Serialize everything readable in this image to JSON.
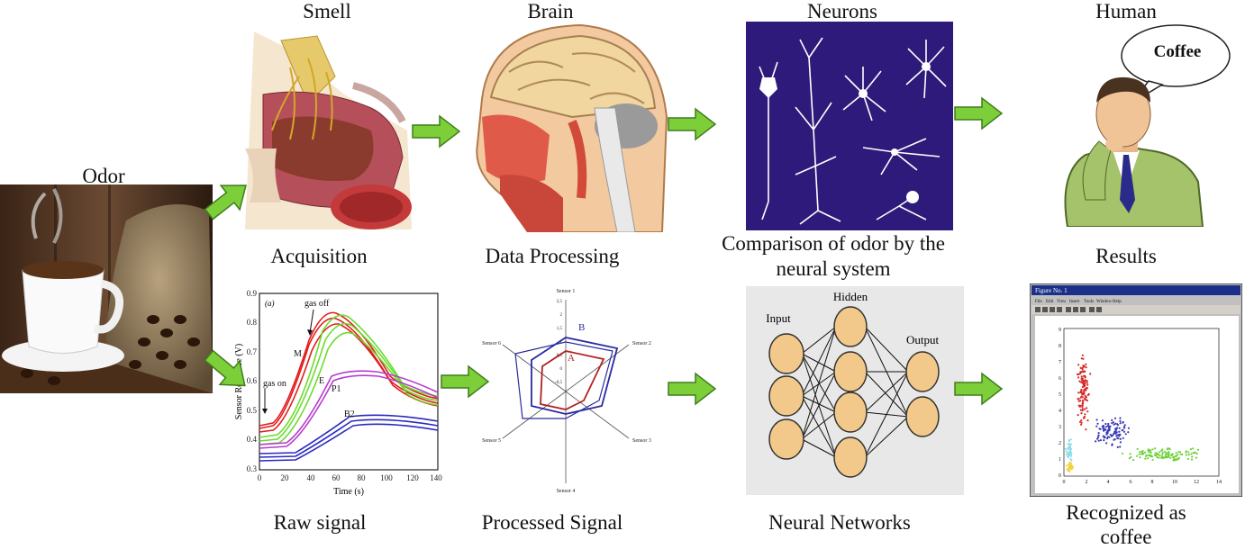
{
  "labels": {
    "smell": "Smell",
    "brain": "Brain",
    "neurons": "Neurons",
    "human": "Human",
    "odor": "Odor",
    "acquisition": "Acquisition",
    "data_processing": "Data Processing",
    "comparison": "Comparison of odor by the",
    "comparison_line2": "neural system",
    "results": "Results",
    "raw_signal": "Raw signal",
    "processed_signal": "Processed Signal",
    "neural_networks": "Neural Networks",
    "recognized": "Recognized as",
    "recognized_line2": "coffee"
  },
  "speech_bubble": {
    "text": "Coffee"
  },
  "raw_signal_chart": {
    "panel": "(a)",
    "xlabel": "Time (s)",
    "ylabel": "Sensor Response (V)",
    "xticks": [
      "0",
      "20",
      "40",
      "60",
      "80",
      "100",
      "120",
      "140"
    ],
    "yticks": [
      "0.9",
      "0.8",
      "0.7",
      "0.6",
      "0.5",
      "0.4",
      "0.3"
    ],
    "annotations": {
      "gas_on": "gas on",
      "gas_off": "gas off",
      "M": "M",
      "E": "E",
      "P1": "P1",
      "B2": "B2"
    }
  },
  "radar_chart": {
    "axes": [
      "Sensor 1",
      "Sensor 2",
      "Sensor 3",
      "Sensor 4",
      "Sensor 5",
      "Sensor 6"
    ],
    "ticks": [
      "2,5",
      "2",
      "1,5",
      "1",
      "0,5",
      "0",
      "-0,5"
    ],
    "series_labels": {
      "A": "A",
      "B": "B"
    },
    "colors": {
      "A": "#b22222",
      "B": "#2a2aa0"
    }
  },
  "neural_network": {
    "input": "Input",
    "hidden": "Hidden",
    "output": "Output"
  },
  "figure_window": {
    "title": "Figure No. 1",
    "menu": [
      "File",
      "Edit",
      "View",
      "Insert",
      "Tools",
      "Window",
      "Help"
    ],
    "yticks": [
      "9",
      "8",
      "7",
      "6",
      "5",
      "4",
      "3",
      "2",
      "1",
      "0"
    ],
    "xticks": [
      "0",
      "2",
      "4",
      "6",
      "8",
      "10",
      "12",
      "14"
    ]
  },
  "colors": {
    "arrow": "#7dcf3a",
    "neuron_bg": "#2e1a7a",
    "node": "#f2c98a"
  }
}
